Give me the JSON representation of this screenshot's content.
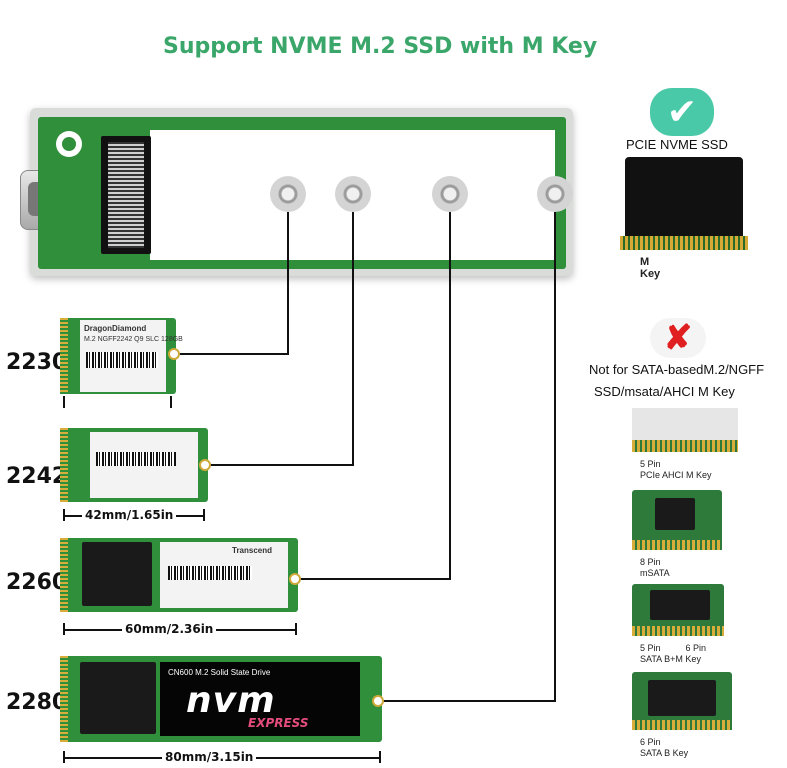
{
  "title": "Support  NVME M.2 SSD with M Key",
  "supported": {
    "label": "PCIE NVME SSD",
    "key_label": "M\nKey"
  },
  "unsupported": {
    "line1": "Not for SATA-basedM.2/NGFF",
    "line2": "SSD/msata/AHCI M Key",
    "items": [
      {
        "line1": "5 Pin",
        "line2": "PCIe AHCI M Key"
      },
      {
        "line1": "8 Pin",
        "line2": "mSATA"
      },
      {
        "line1": "5 Pin          6 Pin",
        "line2": "SATA B+M Key"
      },
      {
        "line1": "6 Pin",
        "line2": "SATA B Key"
      }
    ]
  },
  "sizes": [
    {
      "label": "2230",
      "dimension": "",
      "sticker": "DragonDiamond",
      "sticker_sub": "M.2 NGFF2242 Q9 SLC  128GB"
    },
    {
      "label": "2242",
      "dimension": "42mm/1.65in"
    },
    {
      "label": "2260",
      "dimension": "60mm/2.36in",
      "brand": "Transcend"
    },
    {
      "label": "2280",
      "dimension": "80mm/3.15in",
      "drive_name": "CN600 M.2 Solid State Drive",
      "logo": "nvm",
      "logo_sub": "EXPRESS"
    }
  ],
  "colors": {
    "title": "#3aa66a",
    "pcb": "#2f8f3a",
    "check": "#49c9a8",
    "cross": "#e02020"
  },
  "icons": {
    "check": "check-mark-icon",
    "cross": "cross-mark-icon"
  }
}
